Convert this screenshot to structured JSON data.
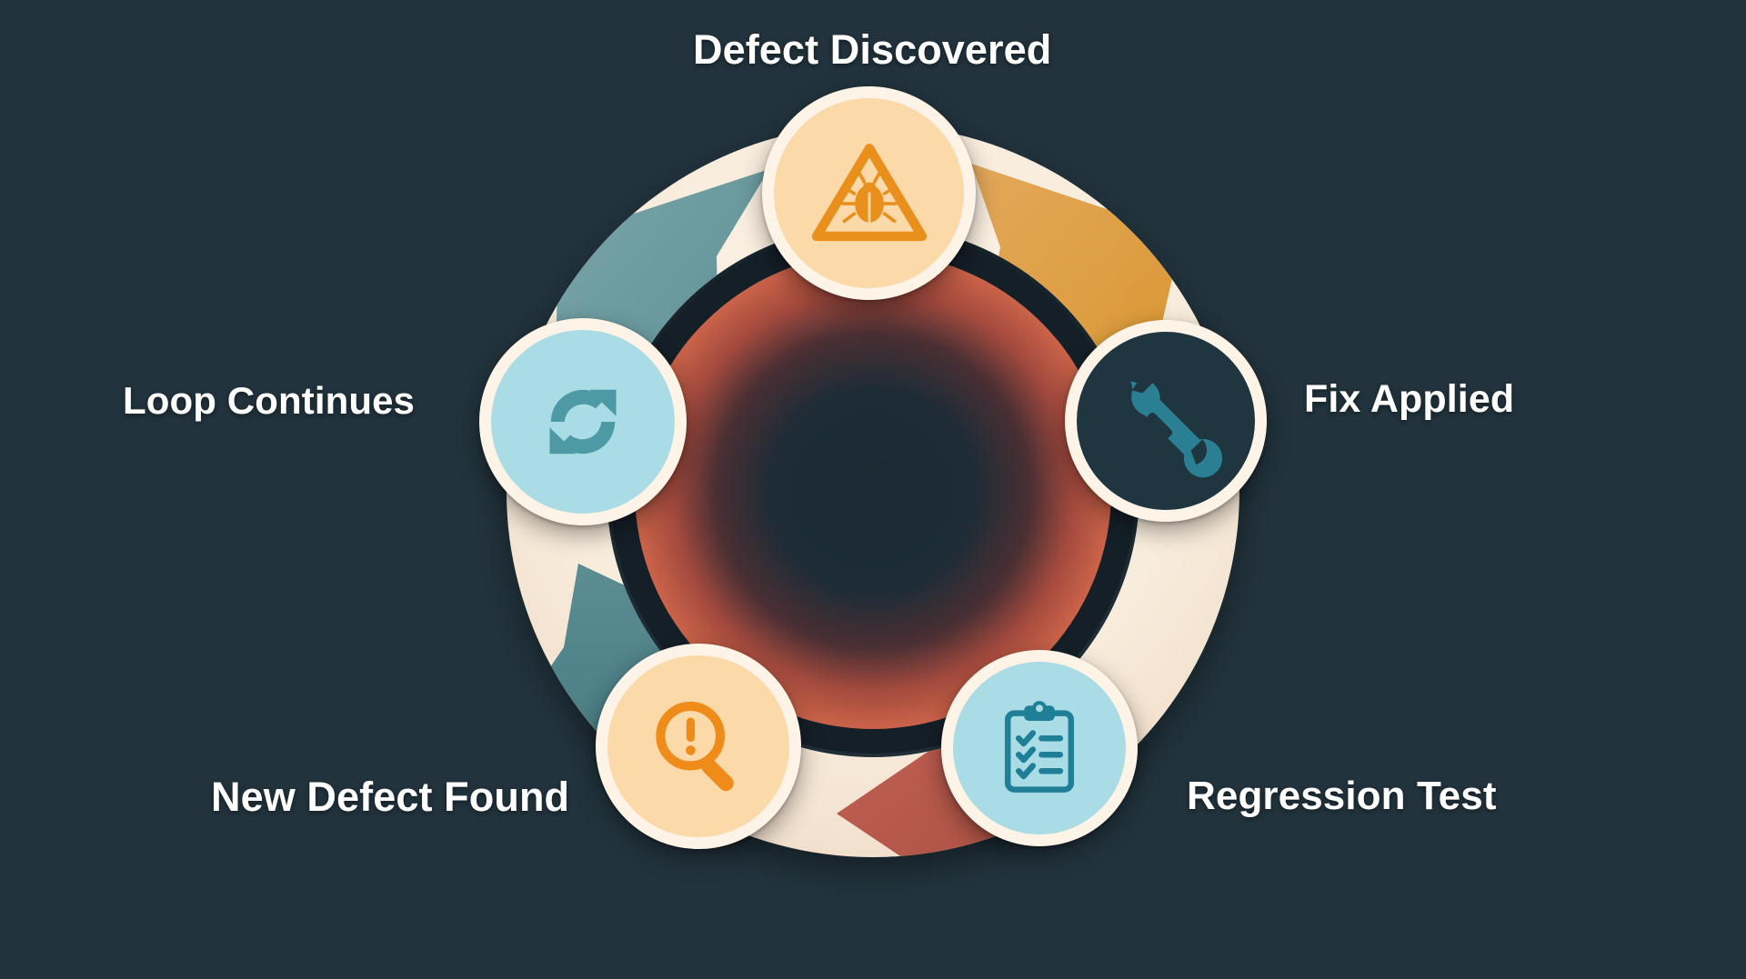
{
  "diagram": {
    "title_visible": false,
    "type": "cycle",
    "background_color": "#22333d",
    "ring": {
      "base_color": "#faf0e2",
      "inner_disc_color": "#1d2b35",
      "accent_segments": [
        {
          "name": "arrow-upper-left",
          "color": "#6d9ca1"
        },
        {
          "name": "arrow-upper-right",
          "color": "#dfa250"
        },
        {
          "name": "arrow-lower-left",
          "color": "#4e8087"
        },
        {
          "name": "arrow-bottom",
          "color": "#b9594a"
        }
      ],
      "glow_color": "#c75a45"
    },
    "nodes": [
      {
        "id": "defect-discovered",
        "label": "Defect Discovered",
        "icon": "bug-warning-triangle-icon",
        "fill": "#fbd9a9",
        "icon_color": "#e8901b",
        "border": "#fdf3e6",
        "position": "top"
      },
      {
        "id": "fix-applied",
        "label": "Fix Applied",
        "icon": "wrench-icon",
        "fill": "#1f3641",
        "icon_color": "#2b7f93",
        "border": "#fdf3e6",
        "position": "right"
      },
      {
        "id": "regression-test",
        "label": "Regression Test",
        "icon": "clipboard-checklist-icon",
        "fill": "#a9dce4",
        "icon_color": "#1f7f96",
        "border": "#fdf3e6",
        "position": "bottom-right"
      },
      {
        "id": "new-defect-found",
        "label": "New Defect Found",
        "icon": "magnifier-alert-icon",
        "fill": "#fbd9a9",
        "icon_color": "#ef8b18",
        "border": "#fdf3e6",
        "position": "bottom-left"
      },
      {
        "id": "loop-continues",
        "label": "Loop Continues",
        "icon": "refresh-cycle-icon",
        "fill": "#a9dce4",
        "icon_color": "#4d9aa4",
        "border": "#fdf3e6",
        "position": "left"
      }
    ]
  }
}
